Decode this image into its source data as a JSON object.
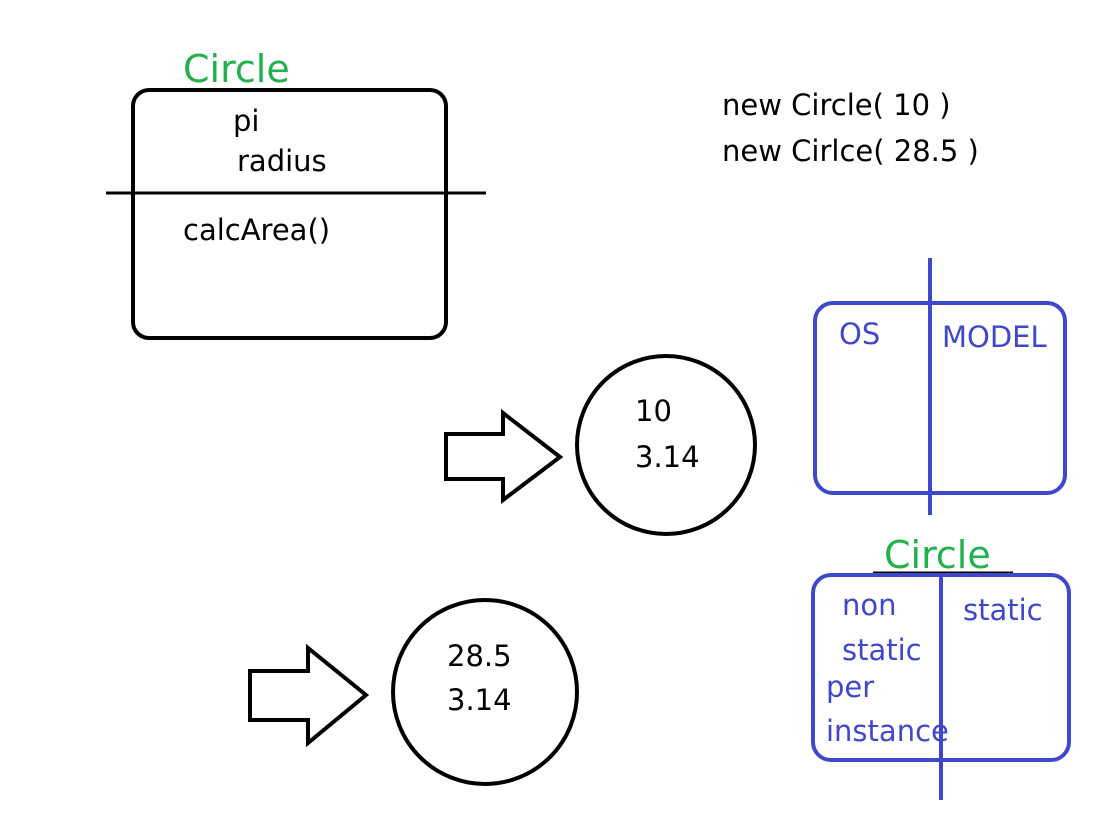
{
  "colors": {
    "black": "#000000",
    "green": "#22b14c",
    "blue": "#3f48cc"
  },
  "class_box": {
    "title": "Circle",
    "fields": [
      "pi",
      "radius"
    ],
    "methods": [
      "calcArea()"
    ]
  },
  "code": {
    "lines": [
      "new Circle( 10 )",
      "new Cirlce( 28.5 )"
    ]
  },
  "instance1": {
    "arrow_icon": "right-arrow-icon",
    "values": [
      "10",
      "3.14"
    ]
  },
  "instance2": {
    "arrow_icon": "right-arrow-icon",
    "values": [
      "28.5",
      "3.14"
    ]
  },
  "memory_box": {
    "left_label": "OS",
    "right_label": "MODEL"
  },
  "circle_memory": {
    "title": "Circle",
    "left_lines": [
      "non",
      "static",
      "per",
      "instance"
    ],
    "right_label": "static"
  }
}
